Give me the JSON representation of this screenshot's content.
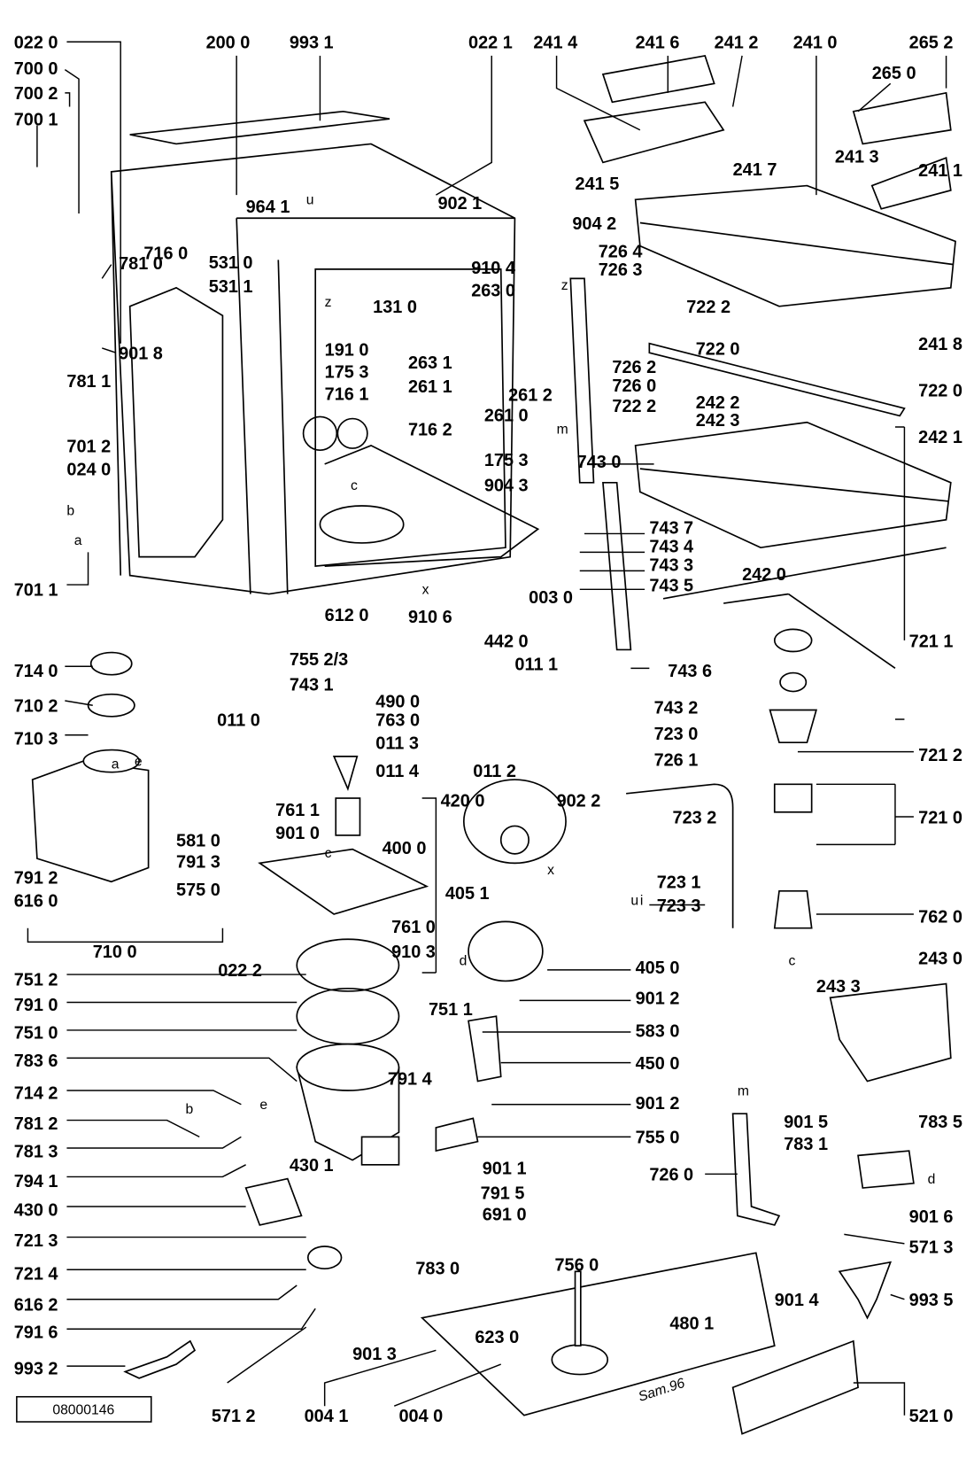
{
  "diagram": {
    "drawing_number": "08000146",
    "signature": "Sam.96",
    "part_labels": [
      "022 0",
      "700 0",
      "700 2",
      "700 1",
      "781 0",
      "901 8",
      "781 1",
      "701 2",
      "024 0",
      "701 1",
      "714 0",
      "710 2",
      "710 3",
      "791 2",
      "616 0",
      "710 0",
      "751 2",
      "791 0",
      "751 0",
      "783 6",
      "714 2",
      "781 2",
      "781 3",
      "794 1",
      "430 0",
      "721 3",
      "721 4",
      "616 2",
      "791 6",
      "993 2",
      "200 0",
      "993 1",
      "022 1",
      "241 4",
      "241 6",
      "241 2",
      "241 0",
      "265 2",
      "265 0",
      "241 5",
      "241 7",
      "241 3",
      "241 1",
      "964 1",
      "902 1",
      "904 2",
      "716 0",
      "531 0",
      "531 1",
      "910 4",
      "263 0",
      "726 4",
      "726 3",
      "131 0",
      "191 0",
      "175 3",
      "716 1",
      "263 1",
      "261 1",
      "261 2",
      "261 0",
      "726 2",
      "726 0",
      "722 2",
      "722 2",
      "722 0",
      "241 8",
      "722 0",
      "242 2",
      "242 3",
      "242 1",
      "716 2",
      "175 3",
      "904 3",
      "743 0",
      "743 7",
      "743 4",
      "743 3",
      "743 5",
      "242 0",
      "003 0",
      "612 0",
      "910 6",
      "442 0",
      "721 1",
      "743 6",
      "755 2/3",
      "743 1",
      "011 0",
      "490 0",
      "763 0",
      "011 3",
      "011 4",
      "011 1",
      "743 2",
      "723 0",
      "726 1",
      "011 2",
      "902 2",
      "723 2",
      "721 2",
      "721 0",
      "761 1",
      "901 0",
      "581 0",
      "791 3",
      "575 0",
      "420 0",
      "400 0",
      "405 1",
      "723 1",
      "723 3",
      "762 0",
      "761 0",
      "910 3",
      "243 0",
      "243 3",
      "405 0",
      "901 2",
      "751 1",
      "583 0",
      "450 0",
      "791 4",
      "901 2",
      "755 0",
      "726 0",
      "901 5",
      "783 1",
      "783 5",
      "430 1",
      "901 1",
      "791 5",
      "691 0",
      "901 6",
      "571 3",
      "756 0",
      "783 0",
      "480 1",
      "901 4",
      "993 5",
      "623 0",
      "901 3",
      "571 2",
      "004 1",
      "004 0",
      "521 0",
      "022 2"
    ],
    "reference_letters": [
      "u",
      "z",
      "z",
      "c",
      "m",
      "x",
      "e",
      "a",
      "b",
      "c",
      "d",
      "d",
      "c",
      "m",
      "x",
      "e",
      "b",
      "a",
      "u",
      "i"
    ]
  }
}
